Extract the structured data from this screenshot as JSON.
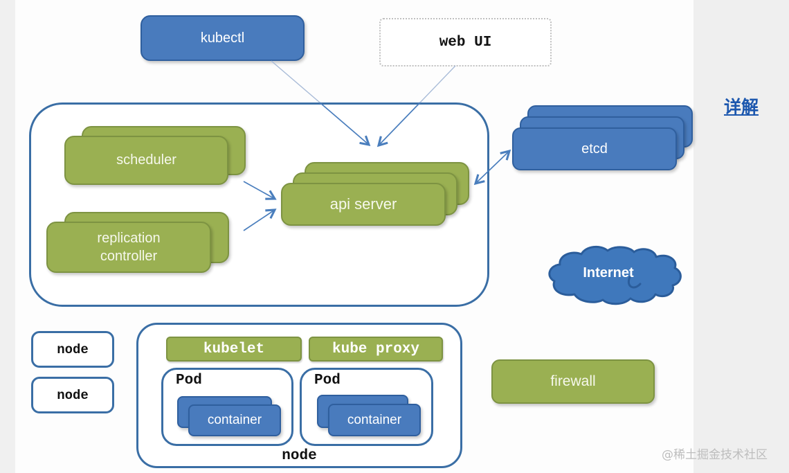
{
  "diagram": {
    "kubectl": {
      "label": "kubectl"
    },
    "web_ui": {
      "label": "web UI"
    },
    "master": {
      "scheduler": {
        "label": "scheduler"
      },
      "replication_controller": {
        "label": "replication controller"
      },
      "api_server": {
        "label": "api server"
      }
    },
    "etcd": {
      "label": "etcd"
    },
    "internet": {
      "label": "Internet"
    },
    "firewall": {
      "label": "firewall"
    },
    "node_list": {
      "node1": "node",
      "node2": "node"
    },
    "worker_node": {
      "kubelet": {
        "label": "kubelet"
      },
      "kube_proxy": {
        "label": "kube proxy"
      },
      "pod1": {
        "label": "Pod",
        "container": "container"
      },
      "pod2": {
        "label": "Pod",
        "container": "container"
      },
      "caption": "node"
    }
  },
  "sidebar_link": {
    "label": "详解"
  },
  "watermark": {
    "text": "@稀土掘金技术社区"
  },
  "colors": {
    "blue_fill": "#497bbd",
    "blue_border": "#2f5f9e",
    "green_fill": "#9ab052",
    "green_border": "#7d9342",
    "outline_blue": "#3a6ea5",
    "arrow_blue": "#4a7ebd",
    "link_blue": "#1c57ae",
    "watermark_gray": "#bdbdbd",
    "page_strip": "#f0f0f0"
  }
}
